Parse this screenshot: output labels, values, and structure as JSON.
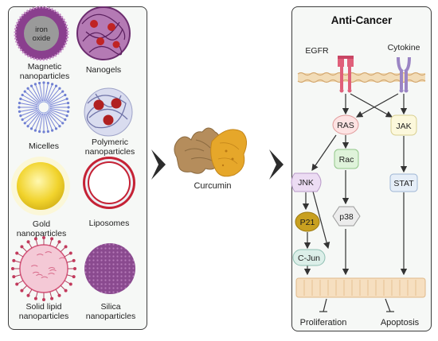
{
  "left_panel": {
    "iron_oxide_line1": "iron",
    "iron_oxide_line2": "oxide",
    "magnetic_line1": "Magnetic",
    "magnetic_line2": "nanoparticles",
    "nanogels": "Nanogels",
    "micelles": "Micelles",
    "polymeric_line1": "Polymeric",
    "polymeric_line2": "nanoparticles",
    "gold_line1": "Gold",
    "gold_line2": "nanoparticles",
    "liposomes": "Liposomes",
    "solid_lipid_line1": "Solid lipid",
    "solid_lipid_line2": "nanoparticles",
    "silica_line1": "Silica",
    "silica_line2": "nanoparticles"
  },
  "center": {
    "curcumin": "Curcumin"
  },
  "right_panel": {
    "title": "Anti-Cancer",
    "egfr": "EGFR",
    "cytokine": "Cytokine",
    "ras": "RAS",
    "jak": "JAK",
    "rac": "Rac",
    "jnk": "JNK",
    "stat": "STAT",
    "p38": "p38",
    "p21": "P21",
    "cjun": "C-Jun",
    "proliferation": "Proliferation",
    "apoptosis": "Apoptosis"
  },
  "colors": {
    "panel_border": "#3d3d3d",
    "panel_bg": "#f6f8f6",
    "ras_fill": "#fde3e3",
    "jak_fill": "#fcf8dc",
    "rac_fill": "#dff3da",
    "jnk_fill": "#ecdcf3",
    "stat_fill": "#e6eef8",
    "p38_fill": "#ececec",
    "p21_fill": "#c8a020",
    "cjun_fill": "#dcefe9",
    "egfr_color": "#e0607a",
    "cytokine_color": "#9b85c4",
    "membrane_color": "#e8c896",
    "gold_color": "#f1d32c"
  }
}
